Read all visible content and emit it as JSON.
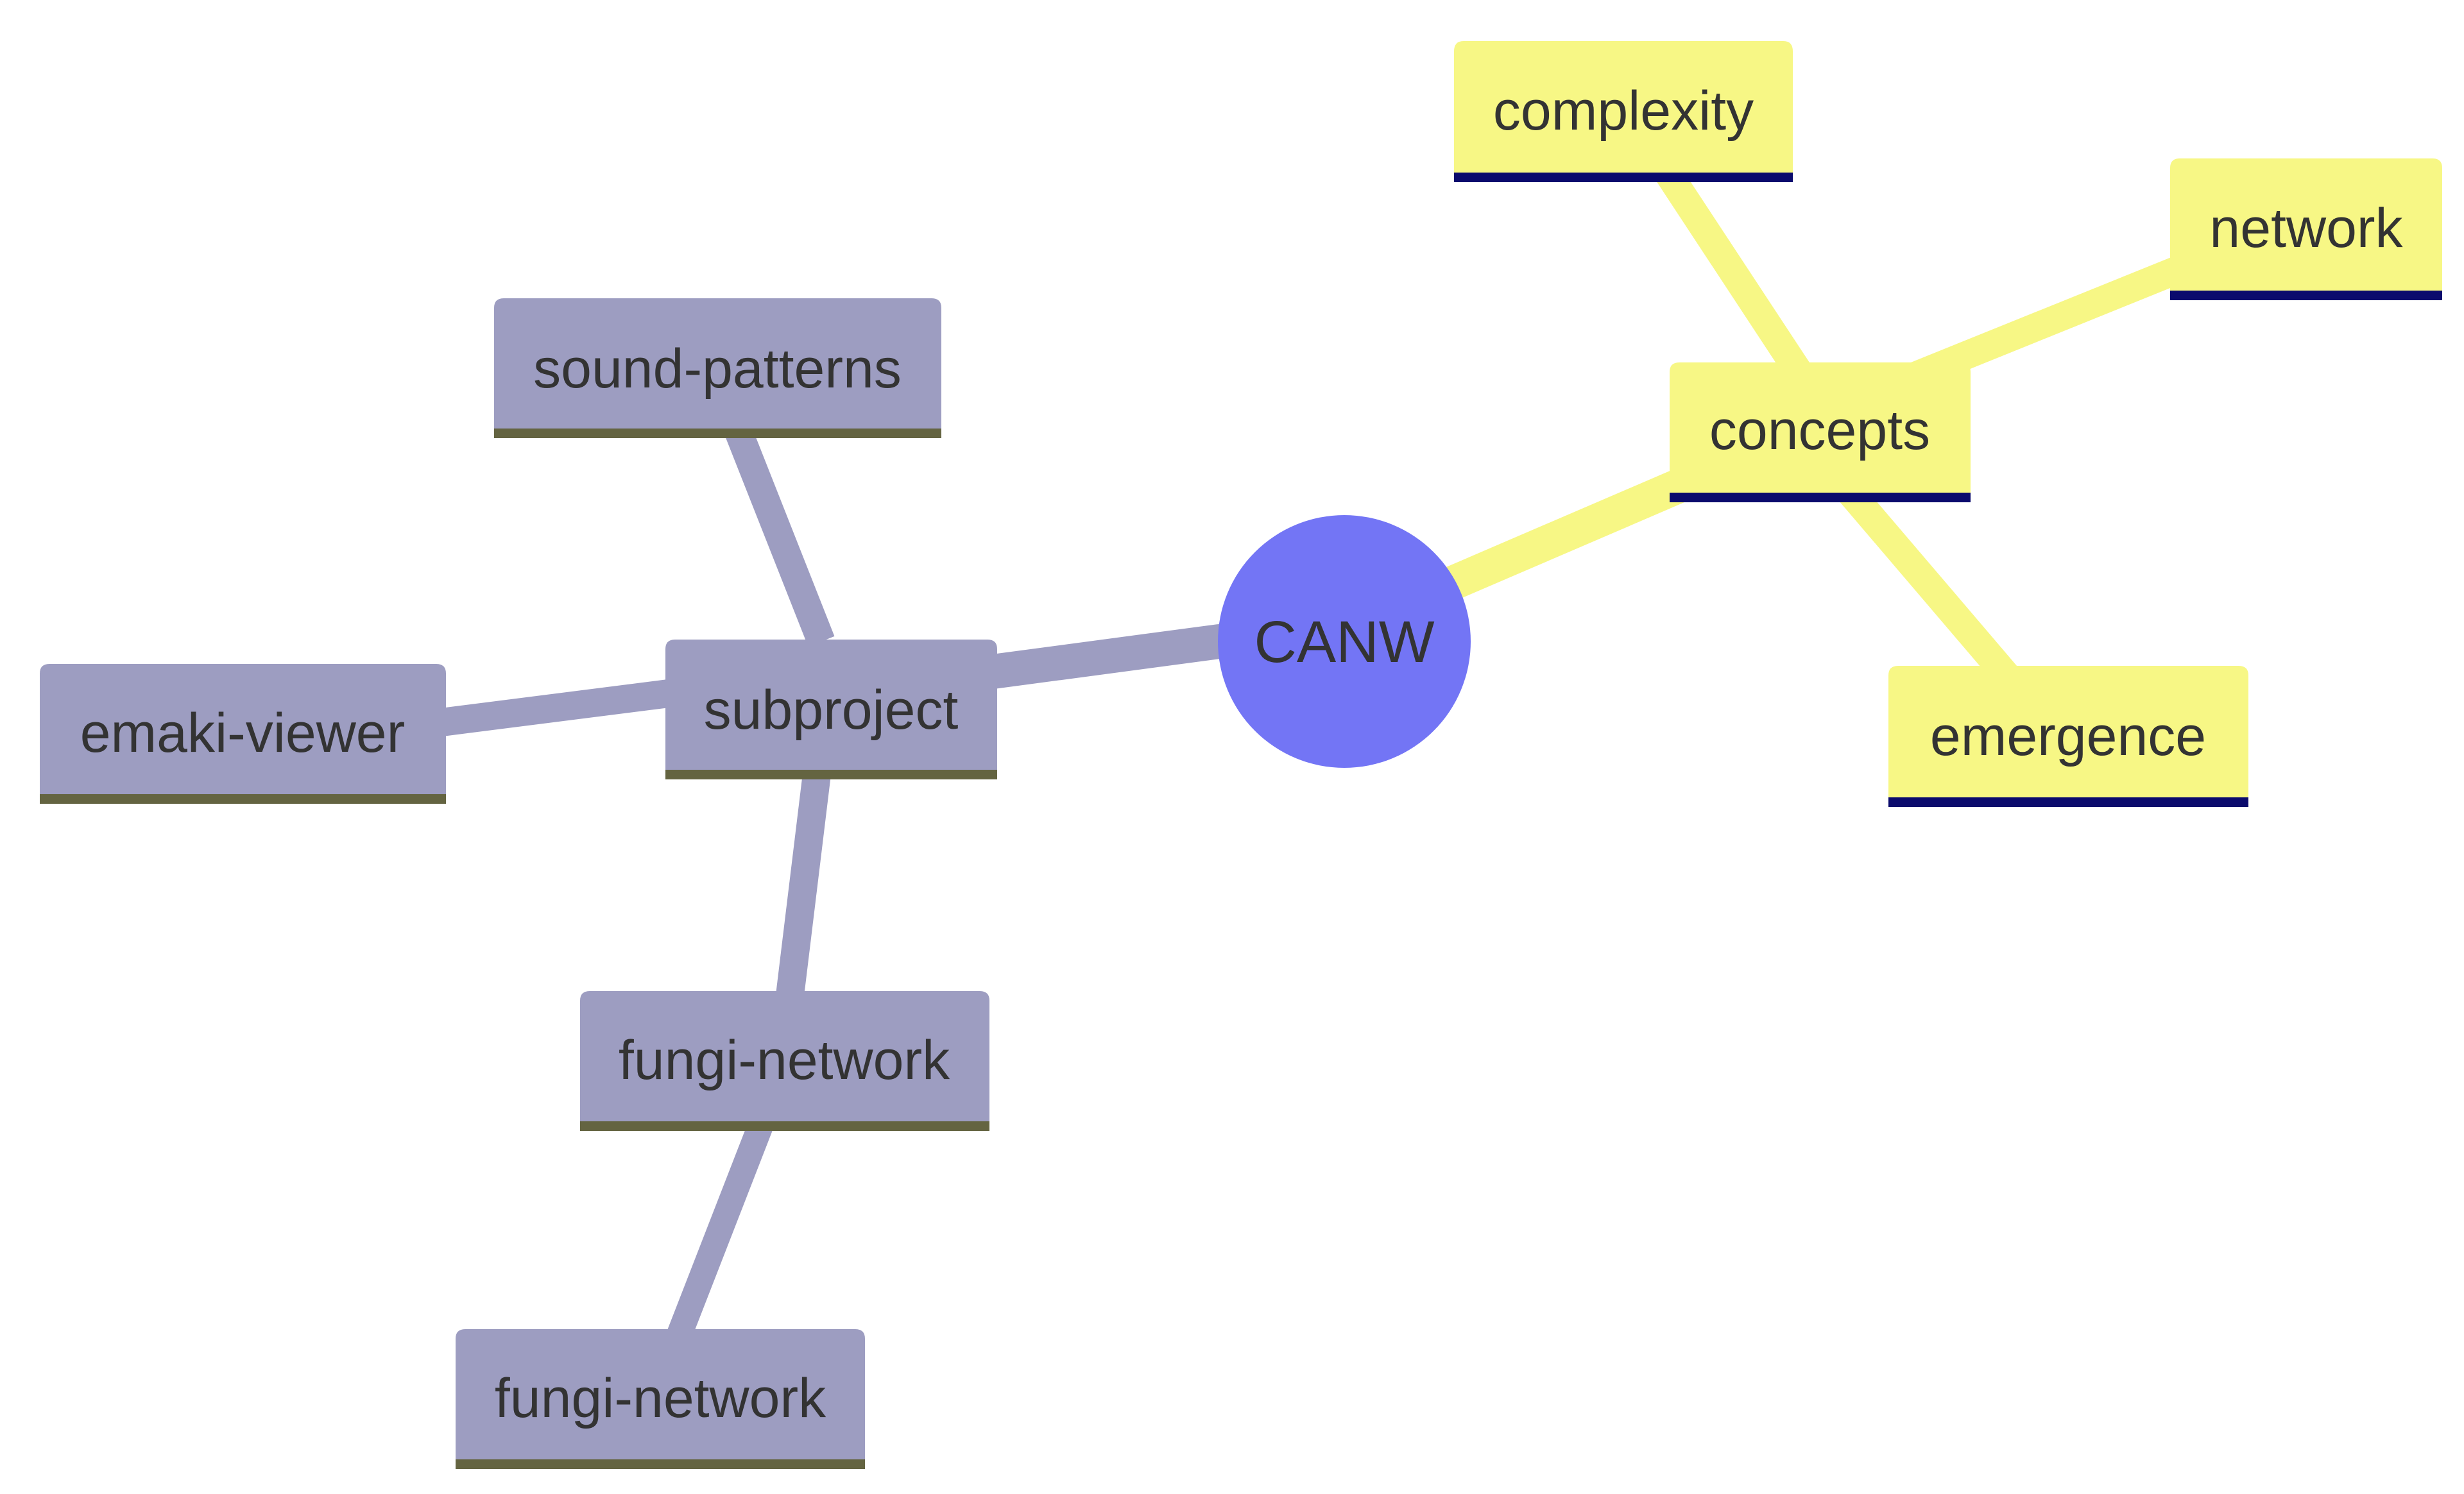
{
  "diagram": {
    "type": "mindmap",
    "root": {
      "id": "root",
      "label": "CANW"
    },
    "branches": [
      {
        "id": "subproject",
        "label": "subproject",
        "children": [
          {
            "id": "sound-patterns",
            "label": "sound-patterns"
          },
          {
            "id": "emaki-viewer",
            "label": "emaki-viewer"
          },
          {
            "id": "fungi-network-1",
            "label": "fungi-network",
            "children": [
              {
                "id": "fungi-network-2",
                "label": "fungi-network"
              }
            ]
          }
        ]
      },
      {
        "id": "concepts",
        "label": "concepts",
        "children": [
          {
            "id": "complexity",
            "label": "complexity"
          },
          {
            "id": "network",
            "label": "network"
          },
          {
            "id": "emergence",
            "label": "emergence"
          }
        ]
      }
    ]
  },
  "colors": {
    "root_fill": "#7375f5",
    "subproject_fill": "#9d9dc1",
    "subproject_underline": "#646441",
    "concepts_fill": "#f7f785",
    "concepts_underline": "#0b0b6d",
    "text": "#333333"
  }
}
